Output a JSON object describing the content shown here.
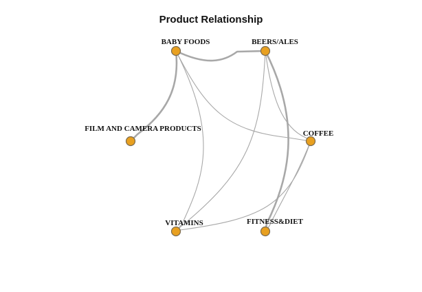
{
  "title": "Product Relationship",
  "colors": {
    "node_fill": "#e8a020",
    "node_stroke": "#7a6a50",
    "edge": "#a8a8a8"
  },
  "nodes": [
    {
      "id": "baby",
      "label": "BABY FOODS"
    },
    {
      "id": "beers",
      "label": "BEERS/ALES"
    },
    {
      "id": "film",
      "label": "FILM AND CAMERA PRODUCTS"
    },
    {
      "id": "coffee",
      "label": "COFFEE"
    },
    {
      "id": "vitamins",
      "label": "VITAMINS"
    },
    {
      "id": "fitness",
      "label": "FITNESS&DIET"
    }
  ],
  "edges": [
    {
      "source": "baby",
      "target": "beers",
      "weight": "strong"
    },
    {
      "source": "baby",
      "target": "film",
      "weight": "strong"
    },
    {
      "source": "baby",
      "target": "coffee",
      "weight": "light"
    },
    {
      "source": "baby",
      "target": "vitamins",
      "weight": "light"
    },
    {
      "source": "beers",
      "target": "coffee",
      "weight": "light"
    },
    {
      "source": "beers",
      "target": "vitamins",
      "weight": "light"
    },
    {
      "source": "beers",
      "target": "fitness",
      "weight": "strong"
    },
    {
      "source": "coffee",
      "target": "vitamins",
      "weight": "light"
    },
    {
      "source": "coffee",
      "target": "fitness",
      "weight": "light"
    }
  ]
}
